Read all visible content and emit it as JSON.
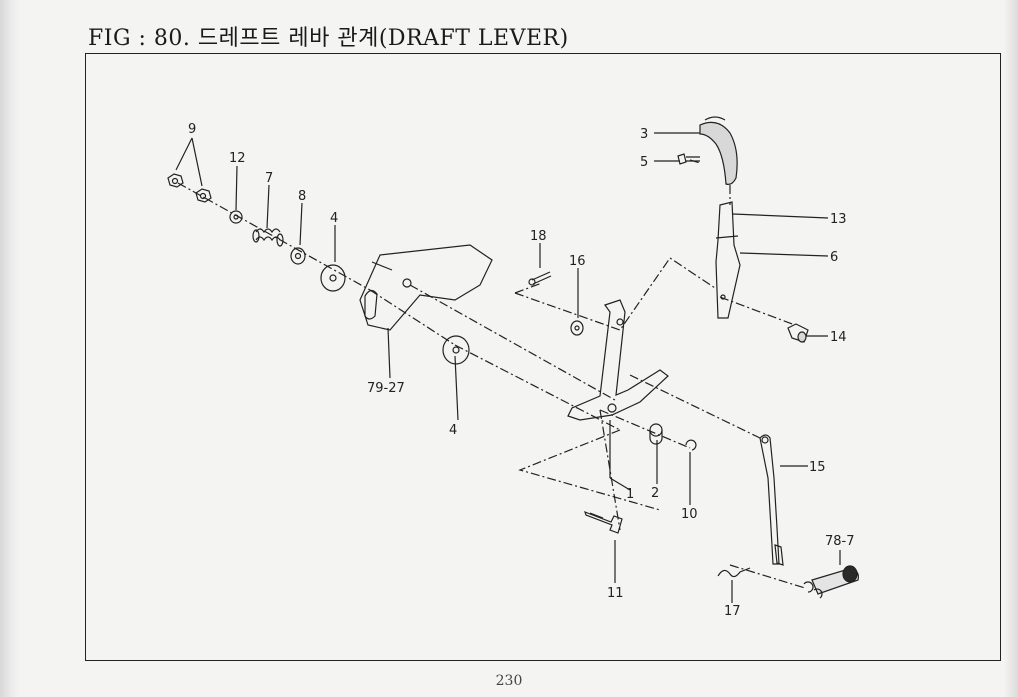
{
  "title": "FIG : 80. 드레프트 레바 관계(DRAFT LEVER)",
  "page_number": "230",
  "parts": [
    {
      "id": "p1",
      "label": "1"
    },
    {
      "id": "p2",
      "label": "2"
    },
    {
      "id": "p3",
      "label": "3"
    },
    {
      "id": "p4a",
      "label": "4"
    },
    {
      "id": "p4b",
      "label": "4"
    },
    {
      "id": "p5",
      "label": "5"
    },
    {
      "id": "p6",
      "label": "6"
    },
    {
      "id": "p7",
      "label": "7"
    },
    {
      "id": "p8",
      "label": "8"
    },
    {
      "id": "p9",
      "label": "9"
    },
    {
      "id": "p10",
      "label": "10"
    },
    {
      "id": "p11",
      "label": "11"
    },
    {
      "id": "p12",
      "label": "12"
    },
    {
      "id": "p13",
      "label": "13"
    },
    {
      "id": "p14",
      "label": "14"
    },
    {
      "id": "p15",
      "label": "15"
    },
    {
      "id": "p16",
      "label": "16"
    },
    {
      "id": "p17",
      "label": "17"
    },
    {
      "id": "p18",
      "label": "18"
    },
    {
      "id": "p79",
      "label": "79-27"
    },
    {
      "id": "p78",
      "label": "78-7"
    }
  ]
}
